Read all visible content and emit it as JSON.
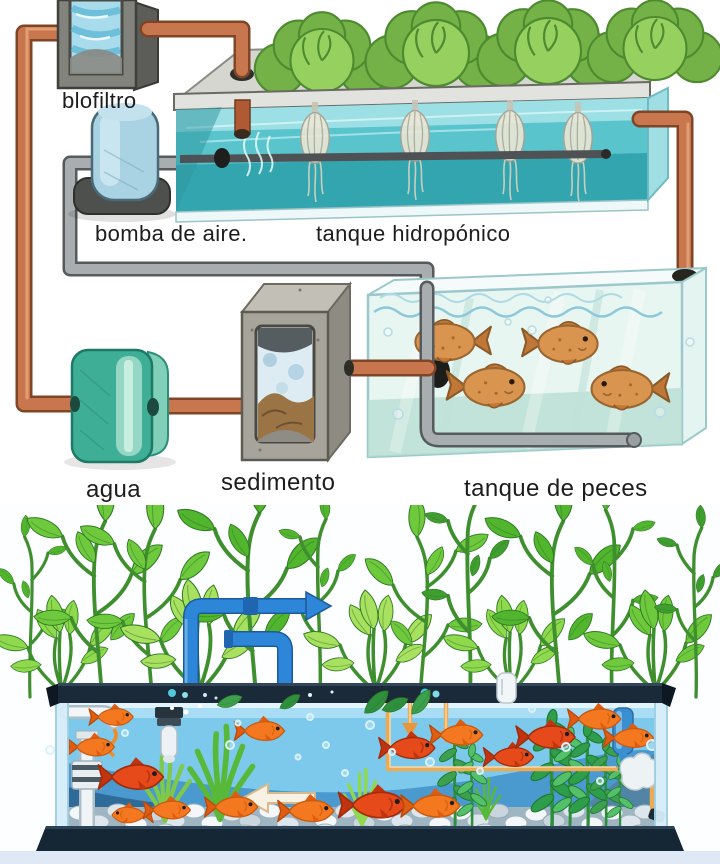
{
  "page": {
    "background": "#ffffff"
  },
  "top_diagram": {
    "type": "aquaponics-sketch",
    "labels": {
      "biofilter": "blofiltro",
      "air_pump": "bomba de aire.",
      "hydroponic_tank": "tanque hidropónico",
      "water_pump": "agua",
      "sediment_filter": "sedimento",
      "fish_tank": "tanque de peces"
    },
    "counts": {
      "fish": 4,
      "lettuce_plants": 4,
      "root_plants": 4
    },
    "colors": {
      "copper_pipe": "#c8764e",
      "air_pipe": "#a8aeb0",
      "hydroponic_water": "#59c4cc",
      "fish_tank_water": "#e8f6f2",
      "water_pump_body": "#3fae96",
      "sediment_box": "#a7a59b",
      "sketch_fish": "#d9944f",
      "lettuce": "#74b248",
      "label_text": "#1d1d1d"
    }
  },
  "bottom_illustration": {
    "type": "aquarium-cartoon",
    "counts": {
      "fish": 16
    },
    "colors": {
      "water": "#7cc9ec",
      "frame": "#152634",
      "pipe_blue": "#2e86d9",
      "flow_line": "#ecaa54",
      "fish_orange": "#f4781f",
      "fish_red": "#e64a1a",
      "plant_green": "#52b52e",
      "pebbles": "#e9eff3"
    }
  }
}
